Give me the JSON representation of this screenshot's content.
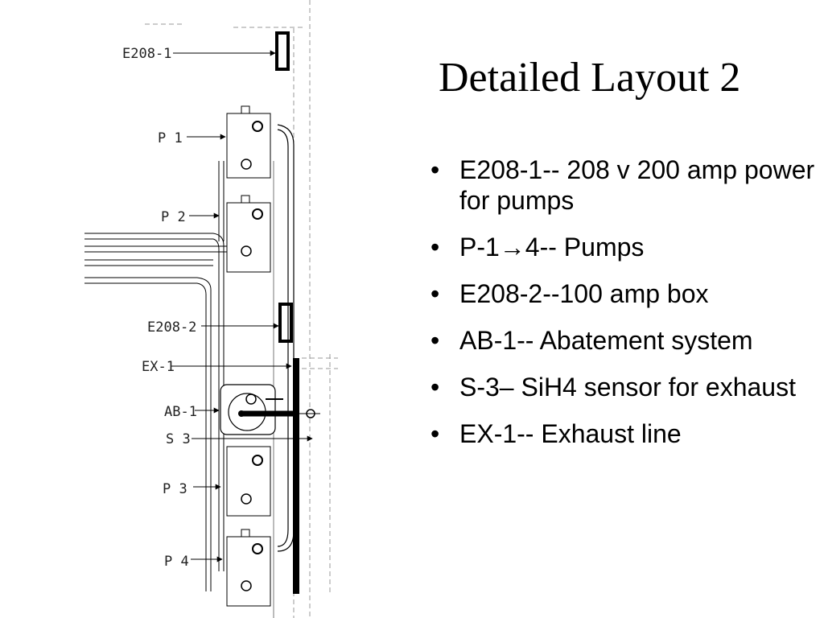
{
  "slide": {
    "title": "Detailed Layout 2",
    "bullets": [
      {
        "text": "E208-1-- 208 v 200 amp power for pumps"
      },
      {
        "text": "P-1\u00044-- Pumps",
        "parts": [
          "P-1",
          "4-- Pumps"
        ],
        "arrow": "→"
      },
      {
        "text": "E208-2--100 amp box"
      },
      {
        "text": "AB-1-- Abatement system"
      },
      {
        "text": "S-3– SiH4 sensor for exhaust"
      },
      {
        "text": "EX-1-- Exhaust line"
      }
    ],
    "bullet_symbol": "•"
  },
  "diagram": {
    "labels": {
      "e208_1": "E208-1",
      "p1": "P 1",
      "p2": "P 2",
      "e208_2": "E208-2",
      "ex1": "EX-1",
      "ab1": "AB-1",
      "s3": "S 3",
      "p3": "P 3",
      "p4": "P 4"
    }
  }
}
